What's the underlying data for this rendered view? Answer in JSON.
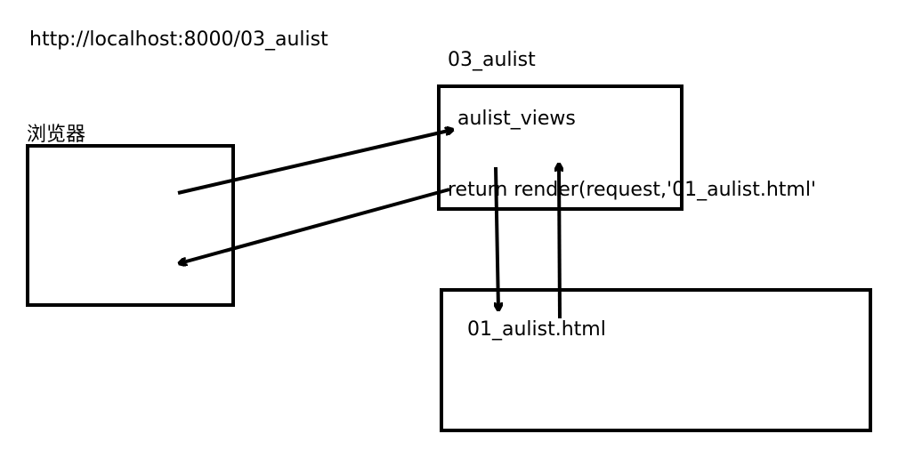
{
  "url": "http://localhost:8000/03_aulist",
  "app_name": "03_aulist",
  "browser_label": "浏览器",
  "views_label": "aulist_views",
  "render_call": "return render(request,'01_aulist.html'",
  "template_label": "01_aulist.html",
  "colors": {
    "stroke": "#000000",
    "background": "#ffffff"
  }
}
